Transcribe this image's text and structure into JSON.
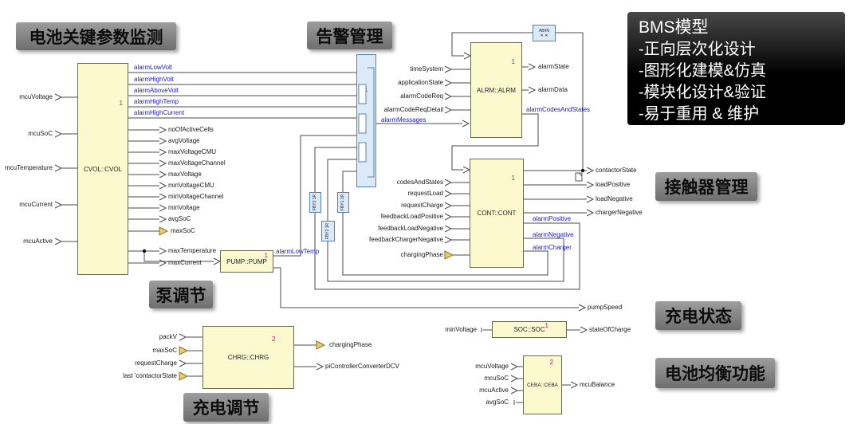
{
  "region_labels": {
    "monitor": "电池关键参数监测",
    "alarm_mgmt": "告警管理",
    "pump_reg": "泵调节",
    "charge_reg": "充电调节",
    "contactor_mgmt": "接触器管理",
    "charge_state": "充电状态",
    "battery_balance": "电池均衡功能"
  },
  "info_box": {
    "title": "BMS模型",
    "lines": [
      "-正向层次化设计",
      "-图形化建模&仿真",
      "-模块化设计&验证",
      "-易于重用 & 维护"
    ]
  },
  "colors": {
    "block_fill": "#fcf9cf",
    "bus_fill": "#dce9f7",
    "wire": "#4b4b4b",
    "signal_blue": "#1a1acc",
    "instance_magenta": "#c2187c"
  },
  "blocks": {
    "cvol": {
      "name": "CVOL::CVOL",
      "instance": "1",
      "inputs": [
        "mcuVoltage",
        "mcuSoC",
        "mcuTemperature",
        "mcuCurrent",
        "mcuActive"
      ],
      "alarm_outputs": [
        "alarmLowVolt",
        "alarmHighVolt",
        "alarmAboveVolt",
        "alarmHighTemp",
        "alarmHighCurrent"
      ],
      "outputs": [
        "noOfActiveCells",
        "avgVoltage",
        "maxVoltageCMU",
        "maxVoltageChannel",
        "maxVoltage",
        "minVoltageCMU",
        "minVoltageChannel",
        "minVoltage",
        "avgSoC",
        "maxSoC",
        "maxTemperature",
        "maxCurrent"
      ]
    },
    "bus": {
      "instance": "1",
      "output_label": "alarmMessages"
    },
    "alrm": {
      "name": "ALRM::ALRM",
      "instance": "1",
      "inputs": [
        "timeSystem",
        "applicationState",
        "alarmCodeReq",
        "alarmCodeReqDetail"
      ],
      "bus_input": "alarmMessages",
      "outputs": [
        "alarmState",
        "alarmData"
      ],
      "alarm_output": "alarmCodesAndStates"
    },
    "cont": {
      "name": "CONT::CONT",
      "instance": "1",
      "inputs": [
        "codesAndStates",
        "requestLoad",
        "requestCharge",
        "feedbackLoadPositive",
        "feedbackLoadNegative",
        "feedbackChargerNegative",
        "chargingPhase"
      ],
      "outputs": [
        "contactorState",
        "loadPositive",
        "loadNegative",
        "chargerNegative"
      ],
      "alarm_outputs": [
        "alarmPositive",
        "alarmNegative",
        "alarmCharger"
      ]
    },
    "pump": {
      "name": "PUMP::PUMP",
      "instance": "1",
      "alarm_output": "alarmLowTemp",
      "output": "pumpSpeed"
    },
    "soc": {
      "name": "SOC::SOC",
      "instance": "1",
      "input": "minVoltage",
      "output": "stateOfCharge"
    },
    "chrg": {
      "name": "CHRG::CHRG",
      "instance": "2",
      "inputs": [
        "packV",
        "maxSoC",
        "requestCharge",
        "last 'contactorState"
      ],
      "outputs": [
        "chargingPhase",
        "piControllerConverterDCV"
      ]
    },
    "ceba": {
      "name": "CEBA::CEBA",
      "instance": "2",
      "inputs": [
        "mcuVoltage",
        "mcuSoC",
        "mcuActive",
        "avgSoC"
      ],
      "output": "mcuBalance"
    },
    "fby": [
      {
        "text": "FBY1 1R"
      },
      {
        "text": "FBY2 1R"
      },
      {
        "text": "FBY3 1R"
      }
    ],
    "ab": {
      "top": "AB#N",
      "bottom": "✕ ✕"
    }
  }
}
